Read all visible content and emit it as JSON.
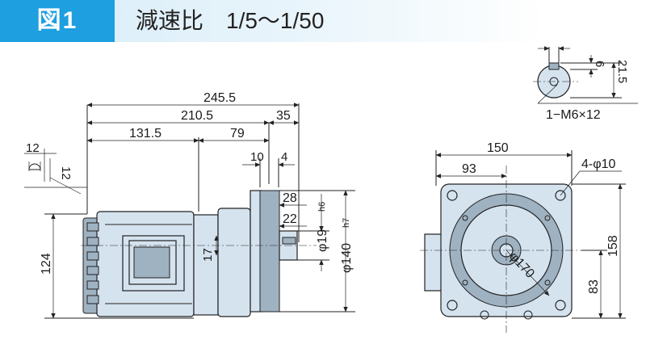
{
  "header": {
    "badge": "図1",
    "title": "減速比　1/5～1/50"
  },
  "dimensions": {
    "side_view": {
      "overall_length": "245.5",
      "body_length": "210.5",
      "shaft_extension": "35",
      "motor_part": "131.5",
      "reducer_part": "79",
      "flange_offset": "10",
      "flange_thickness": "4",
      "key_length": "28",
      "shaft_step": "22",
      "shaft_dia_label": "φ19",
      "shaft_fit": "h6",
      "spigot_dia_label": "φ140",
      "spigot_fit": "h7",
      "axis_offset": "17",
      "total_height": "124",
      "terminal_w": "12",
      "terminal_h": "12"
    },
    "shaft_end": {
      "key_width": "6",
      "key_depth": "6",
      "shaft_height": "21.5",
      "tap_note": "1−M6×12"
    },
    "flange_view": {
      "flange_width": "150",
      "half_width": "93",
      "bolt_holes": "4-φ10",
      "bolt_circle": "φ170",
      "height": "158",
      "center_height": "83"
    }
  }
}
